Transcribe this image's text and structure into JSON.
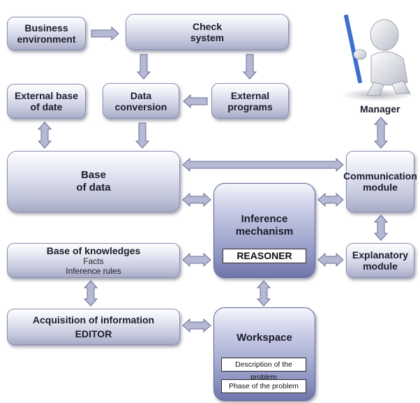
{
  "boxes": {
    "business_environment": [
      "Business",
      "environment"
    ],
    "check_system": [
      "Check",
      "system"
    ],
    "external_base": [
      "External base",
      "of date"
    ],
    "data_conversion": [
      "Data",
      "conversion"
    ],
    "external_programs": [
      "External",
      "programs"
    ],
    "base_of_data": [
      "Base",
      "of data"
    ],
    "inference_mechanism": [
      "Inference",
      "mechanism"
    ],
    "reasoner": "REASONER",
    "communication_module": [
      "Communication",
      "module"
    ],
    "base_of_knowledges": {
      "title": "Base of knowledges",
      "items": [
        "Facts",
        "Inference rules"
      ]
    },
    "explanatory_module": [
      "Explanatory",
      "module"
    ],
    "acquisition": {
      "title": "Acquisition of information",
      "subtitle": "EDITOR"
    },
    "workspace": {
      "title": "Workspace",
      "items": [
        "Description of the problem",
        "Phase of the problem"
      ]
    }
  },
  "manager_label": "Manager",
  "colors": {
    "box_gradient_light": "#ffffff",
    "box_gradient_dark": "#a7abc7",
    "central_box_dark": "#6f75aa",
    "arrow_fill": "#b5b9d3",
    "arrow_stroke": "#6a6f96"
  }
}
